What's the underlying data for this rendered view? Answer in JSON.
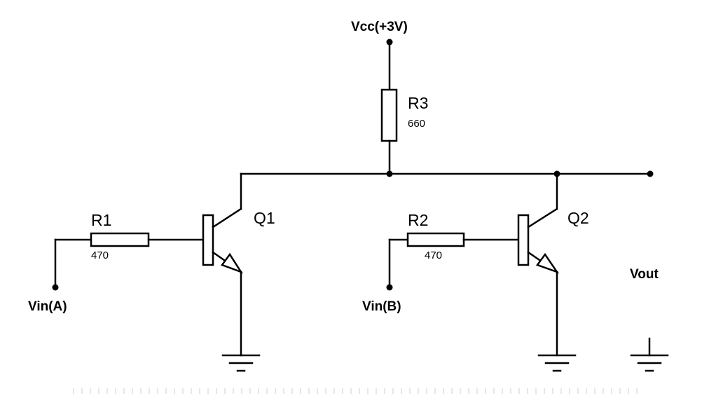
{
  "supply": {
    "label": "Vcc(+3V)"
  },
  "resistors": [
    {
      "ref": "R1",
      "value": "470"
    },
    {
      "ref": "R2",
      "value": "470"
    },
    {
      "ref": "R3",
      "value": "660"
    }
  ],
  "transistors": [
    {
      "ref": "Q1"
    },
    {
      "ref": "Q2"
    }
  ],
  "inputs": [
    {
      "label": "Vin(A)"
    },
    {
      "label": "Vin(B)"
    }
  ],
  "output": {
    "label": "Vout"
  }
}
